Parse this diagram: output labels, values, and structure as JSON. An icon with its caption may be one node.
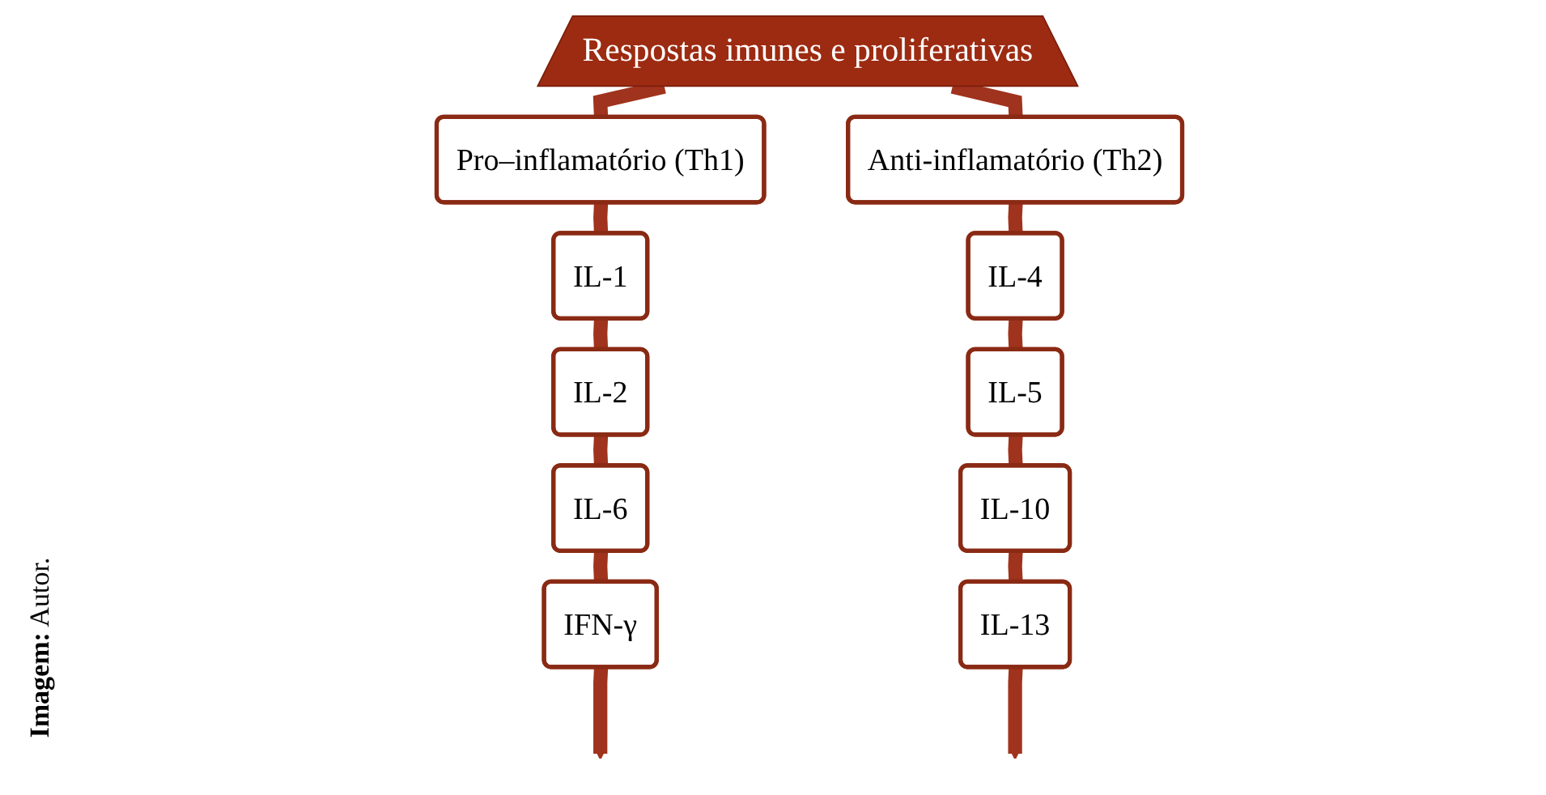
{
  "diagram": {
    "nodes": [
      {
        "text": [
          "Respostas imunes e proliferativas"
        ]
      },
      {
        "text": [
          "Pro–inflamatório (Th1)"
        ]
      },
      {
        "text": [
          "IL-1"
        ]
      },
      {
        "text": [
          "IL-2"
        ]
      },
      {
        "text": [
          "IL-6"
        ]
      },
      {
        "text": [
          "IFN-γ"
        ]
      },
      {
        "text": [
          "Anti-inflamatório (Th2)"
        ]
      },
      {
        "text": [
          "IL-4"
        ]
      },
      {
        "text": [
          "IL-5"
        ]
      },
      {
        "text": [
          "IL-10"
        ]
      },
      {
        "text": [
          "IL-13"
        ]
      }
    ],
    "edges": [
      {
        "from": 0,
        "to": 1,
        "arrow": "none"
      },
      {
        "from": 0,
        "to": 6,
        "arrow": "none"
      },
      {
        "from": 1,
        "to": 2,
        "arrow": "none"
      },
      {
        "from": 2,
        "to": 3,
        "arrow": "none"
      },
      {
        "from": 3,
        "to": 4,
        "arrow": "none"
      },
      {
        "from": 4,
        "to": 5,
        "arrow": "none"
      },
      {
        "from": 5,
        "to": null,
        "arrow": "to"
      },
      {
        "from": 6,
        "to": 7,
        "arrow": "none"
      },
      {
        "from": 7,
        "to": 8,
        "arrow": "none"
      },
      {
        "from": 8,
        "to": 9,
        "arrow": "none"
      },
      {
        "from": 9,
        "to": 10,
        "arrow": "none"
      },
      {
        "from": 10,
        "to": null,
        "arrow": "to"
      }
    ],
    "labels": [
      "**Imagem:** Autor."
    ]
  }
}
